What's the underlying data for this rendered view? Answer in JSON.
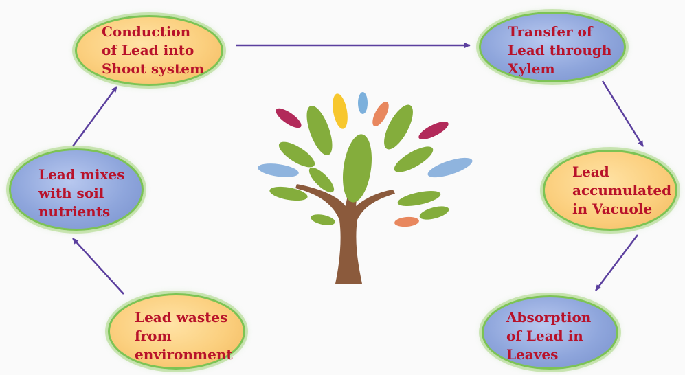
{
  "diagram": {
    "nodes": [
      {
        "id": "conduction",
        "text": "Conduction\nof Lead into\nShoot system",
        "color": "orange"
      },
      {
        "id": "transfer",
        "text": "Transfer of\nLead through\nXylem",
        "color": "blue"
      },
      {
        "id": "accumulated",
        "text": "Lead\naccumulated\nin Vacuole",
        "color": "orange"
      },
      {
        "id": "absorption",
        "text": "Absorption\nof Lead in\nLeaves",
        "color": "blue"
      },
      {
        "id": "wastes",
        "text": "Lead wastes\nfrom\nenvironment",
        "color": "orange"
      },
      {
        "id": "mixes",
        "text": "Lead mixes\nwith soil\nnutrients",
        "color": "blue"
      }
    ],
    "edges": [
      {
        "from": "wastes",
        "to": "mixes"
      },
      {
        "from": "mixes",
        "to": "conduction"
      },
      {
        "from": "conduction",
        "to": "transfer"
      },
      {
        "from": "transfer",
        "to": "accumulated"
      },
      {
        "from": "accumulated",
        "to": "absorption"
      }
    ],
    "colors": {
      "text": "#b8122a",
      "arrow": "#5b3f9e",
      "node_border": "#7cc354",
      "orange_fill": "#fbcf7e",
      "blue_fill": "#8fa6dc",
      "trunk": "#8b5a3c"
    },
    "center_image": "tree-icon"
  }
}
